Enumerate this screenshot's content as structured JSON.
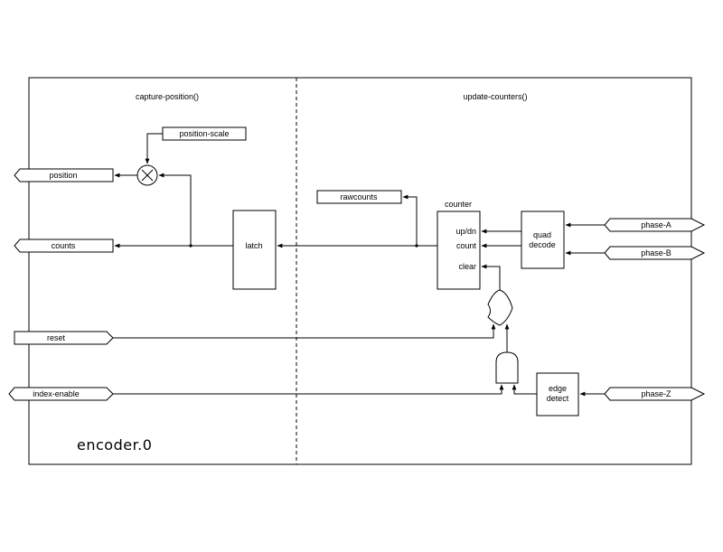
{
  "component_name": "encoder.0",
  "sections": {
    "left": "capture-position()",
    "right": "update-counters()"
  },
  "pins": {
    "outputs": {
      "position": "position",
      "counts": "counts",
      "rawcounts": "rawcounts"
    },
    "inputs": {
      "phase_a": "phase-A",
      "phase_b": "phase-B",
      "phase_z": "phase-Z"
    },
    "io": {
      "reset": "reset",
      "index_enable": "index-enable"
    },
    "params": {
      "position_scale": "position-scale"
    }
  },
  "blocks": {
    "latch": "latch",
    "counter_title": "counter",
    "counter_ports": {
      "updn": "up/dn",
      "count": "count",
      "clear": "clear"
    },
    "quad_decode": [
      "quad",
      "decode"
    ],
    "edge_detect": [
      "edge",
      "detect"
    ]
  }
}
